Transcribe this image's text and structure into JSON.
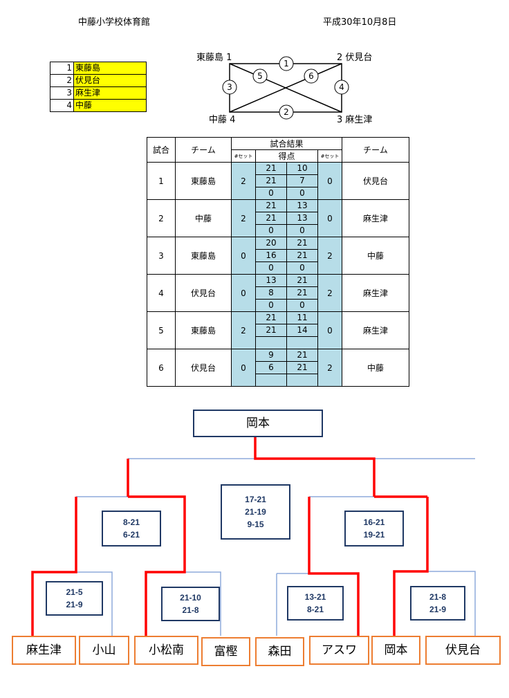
{
  "header": {
    "venue": "中藤小学校体育館",
    "date": "平成30年10月8日"
  },
  "teams": [
    {
      "num": "1",
      "name": "東藤島"
    },
    {
      "num": "2",
      "name": "伏見台"
    },
    {
      "num": "3",
      "name": "麻生津"
    },
    {
      "num": "4",
      "name": "中藤"
    }
  ],
  "diagram": {
    "corner_tl": "東藤島 1",
    "corner_tr": "2 伏見台",
    "corner_bl": "中藤 4",
    "corner_br": "3 麻生津",
    "match_nums": [
      "1",
      "2",
      "3",
      "4",
      "5",
      "6"
    ]
  },
  "results": {
    "headers": {
      "match": "試合",
      "team": "チーム",
      "result": "試合結果",
      "score": "得点",
      "sets": "#セット"
    },
    "matches": [
      {
        "no": "1",
        "left": "東藤島",
        "left_sets": "2",
        "scores": [
          [
            "21",
            "10"
          ],
          [
            "21",
            "7"
          ],
          [
            "0",
            "0"
          ]
        ],
        "right_sets": "0",
        "right": "伏見台"
      },
      {
        "no": "2",
        "left": "中藤",
        "left_sets": "2",
        "scores": [
          [
            "21",
            "13"
          ],
          [
            "21",
            "13"
          ],
          [
            "0",
            "0"
          ]
        ],
        "right_sets": "0",
        "right": "麻生津"
      },
      {
        "no": "3",
        "left": "東藤島",
        "left_sets": "0",
        "scores": [
          [
            "20",
            "21"
          ],
          [
            "16",
            "21"
          ],
          [
            "0",
            "0"
          ]
        ],
        "right_sets": "2",
        "right": "中藤"
      },
      {
        "no": "4",
        "left": "伏見台",
        "left_sets": "0",
        "scores": [
          [
            "13",
            "21"
          ],
          [
            "8",
            "21"
          ],
          [
            "0",
            "0"
          ]
        ],
        "right_sets": "2",
        "right": "麻生津"
      },
      {
        "no": "5",
        "left": "東藤島",
        "left_sets": "2",
        "scores": [
          [
            "21",
            "11"
          ],
          [
            "21",
            "14"
          ],
          [
            "",
            ""
          ]
        ],
        "right_sets": "0",
        "right": "麻生津"
      },
      {
        "no": "6",
        "left": "伏見台",
        "left_sets": "0",
        "scores": [
          [
            "9",
            "21"
          ],
          [
            "6",
            "21"
          ],
          [
            "",
            ""
          ]
        ],
        "right_sets": "2",
        "right": "中藤"
      }
    ]
  },
  "bracket": {
    "champion": "岡本",
    "final_score": [
      "17-21",
      "21-19",
      "9-15"
    ],
    "semi_left": [
      "8-21",
      "6-21"
    ],
    "semi_right": [
      "16-21",
      "19-21"
    ],
    "q1": [
      "21-5",
      "21-9"
    ],
    "q2": [
      "21-10",
      "21-8"
    ],
    "q3": [
      "13-21",
      "8-21"
    ],
    "q4": [
      "21-8",
      "21-9"
    ],
    "teams": [
      "麻生津",
      "小山",
      "小松南",
      "富樫",
      "森田",
      "アスワ",
      "岡本",
      "伏見台"
    ]
  },
  "colors": {
    "winner_line": "#ff0000",
    "bracket_line": "#8eaadb",
    "box_border": "#1f3864",
    "team_border": "#ed7d31",
    "score_bg": "#b7dde8",
    "team_bg": "#ffff00"
  }
}
